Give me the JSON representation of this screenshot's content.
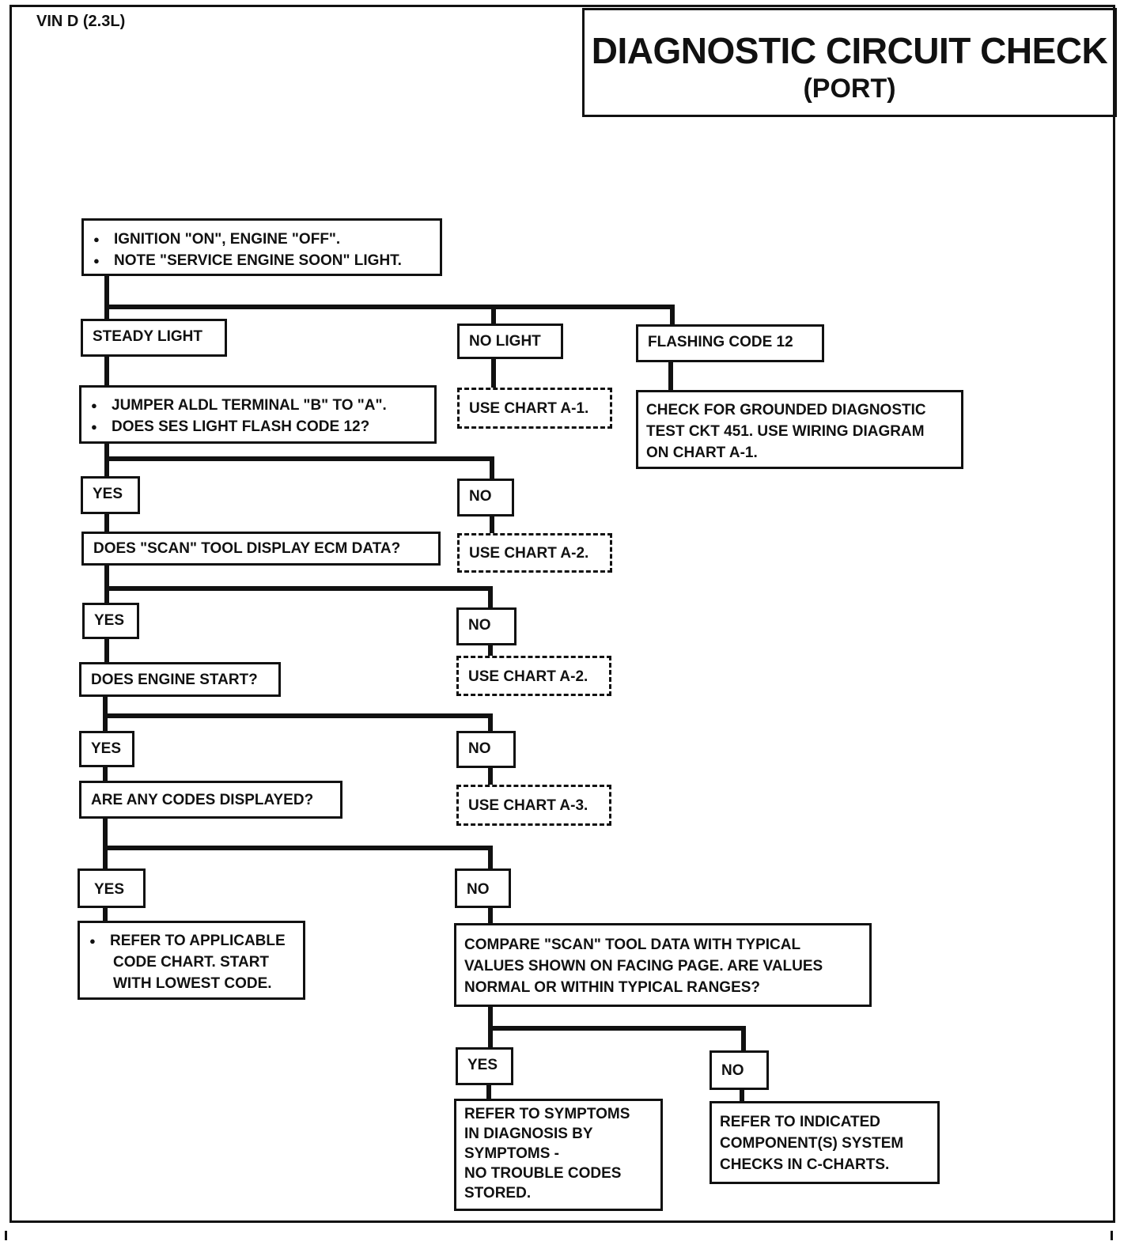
{
  "header": {
    "vin": "VIN D (2.3L)",
    "title": "DIAGNOSTIC CIRCUIT CHECK",
    "subtitle": "(PORT)"
  },
  "nodes": {
    "start": [
      "IGNITION \"ON\", ENGINE \"OFF\".",
      "NOTE \"SERVICE ENGINE SOON\" LIGHT."
    ],
    "steady_light": "STEADY LIGHT",
    "no_light": "NO LIGHT",
    "flashing_code": "FLASHING CODE 12",
    "jumper": [
      "JUMPER ALDL TERMINAL \"B\" TO \"A\".",
      "DOES SES LIGHT FLASH CODE 12?"
    ],
    "use_chart_a1": "USE CHART A-1.",
    "grounded_check": [
      "CHECK FOR GROUNDED DIAGNOSTIC",
      "TEST CKT 451. USE WIRING DIAGRAM",
      "ON CHART A-1."
    ],
    "yes": "YES",
    "no": "NO",
    "scan_q": "DOES \"SCAN\" TOOL DISPLAY ECM DATA?",
    "use_chart_a2": "USE CHART A-2.",
    "engine_q": "DOES ENGINE START?",
    "codes_q": "ARE ANY CODES DISPLAYED?",
    "use_chart_a3": "USE CHART A-3.",
    "refer_code": [
      "REFER TO APPLICABLE",
      "CODE CHART. START",
      "WITH LOWEST CODE."
    ],
    "compare": [
      "COMPARE \"SCAN\" TOOL DATA WITH TYPICAL",
      "VALUES SHOWN ON FACING PAGE. ARE VALUES",
      "NORMAL OR WITHIN TYPICAL RANGES?"
    ],
    "refer_symptoms": [
      "REFER TO SYMPTOMS",
      "IN DIAGNOSIS BY",
      "SYMPTOMS -",
      "NO TROUBLE CODES",
      "STORED."
    ],
    "refer_component": [
      "REFER TO INDICATED",
      "COMPONENT(S) SYSTEM",
      "CHECKS IN C-CHARTS."
    ]
  }
}
